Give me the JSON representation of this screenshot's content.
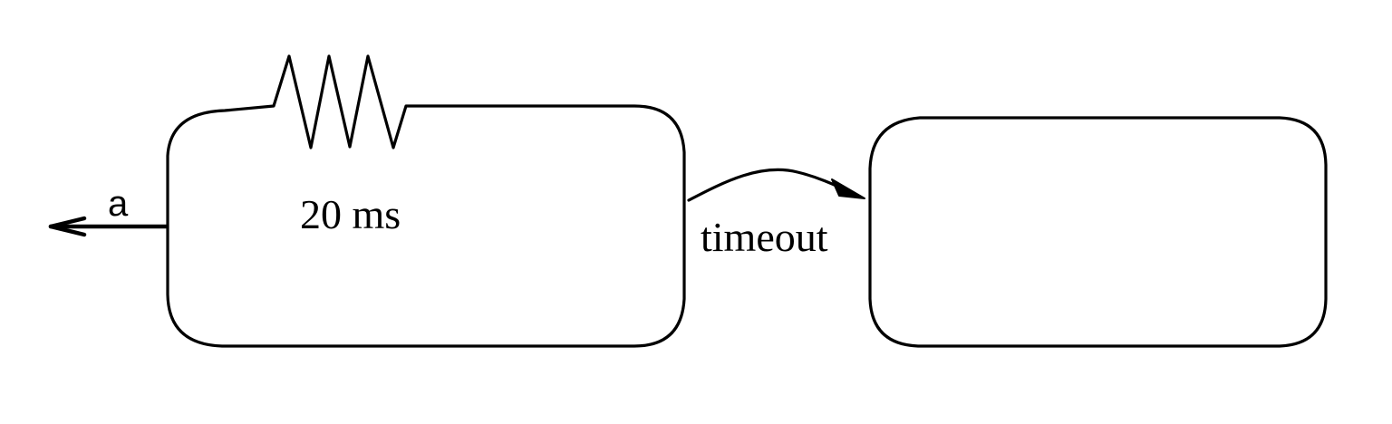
{
  "diagram": {
    "states": [
      {
        "id": "state-left",
        "timer": "20 ms"
      },
      {
        "id": "state-right"
      }
    ],
    "outgoing_event": "a",
    "transition_label": "timeout"
  },
  "colors": {
    "stroke": "#000000",
    "background": "#ffffff"
  }
}
